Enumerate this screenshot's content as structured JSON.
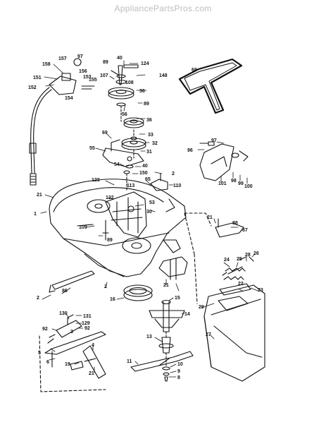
{
  "watermark": "AppliancePartsPros.com",
  "colors": {
    "line": "#111111",
    "watermark": "#bdbdbd",
    "background": "#ffffff"
  },
  "callouts": [
    "157",
    "97",
    "158",
    "151",
    "156",
    "153",
    "155",
    "152",
    "154",
    "89",
    "40",
    "124",
    "107",
    "108",
    "148",
    "68",
    "36",
    "56",
    "89",
    "36",
    "33",
    "69",
    "32",
    "55",
    "31",
    "97",
    "96",
    "54",
    "40",
    "150",
    "2",
    "113",
    "65",
    "110",
    "123",
    "122",
    "53",
    "101",
    "98",
    "99",
    "100",
    "21",
    "1",
    "30",
    "109",
    "89",
    "21",
    "88",
    "87",
    "26",
    "28",
    "24",
    "25",
    "22",
    "23",
    "2",
    "86",
    "2",
    "21",
    "16",
    "15",
    "29",
    "14",
    "130",
    "131",
    "129",
    "92",
    "92",
    "3",
    "5",
    "6",
    "4",
    "19",
    "21",
    "13",
    "27",
    "11",
    "10",
    "9",
    "8"
  ]
}
